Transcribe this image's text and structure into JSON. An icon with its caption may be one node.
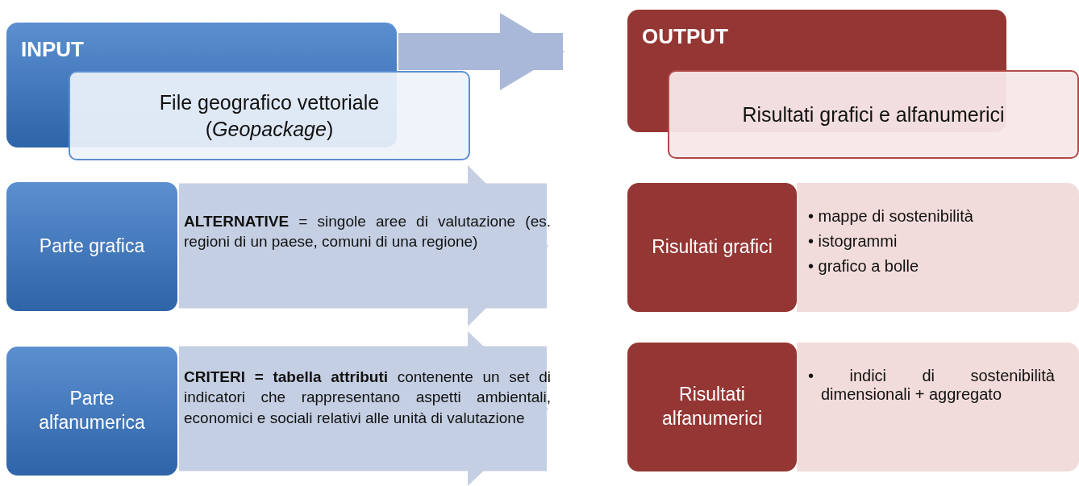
{
  "diagram": {
    "nodes": [
      {
        "text": [
          "INPUT"
        ]
      },
      {
        "text": [
          "File geografico vettoriale (*Geopackage*)"
        ]
      },
      {
        "text": [
          "OUTPUT"
        ]
      },
      {
        "text": [
          "Risultati grafici e alfanumerici"
        ]
      },
      {
        "text": [
          "Parte grafica"
        ]
      },
      {
        "text": [
          "Risultati grafici"
        ]
      },
      {
        "text": [
          "• mappe di sostenibilità",
          "• istogrammi",
          "• grafico a bolle"
        ]
      },
      {
        "text": [
          "Parte alfanumerica"
        ]
      },
      {
        "text": [
          "Risultati alfanumerici"
        ]
      },
      {
        "text": [
          "• indici di sostenibilità dimensionali + aggregato"
        ]
      }
    ],
    "edges": [
      {
        "from": 0,
        "to": 2,
        "arrow": "to"
      },
      {
        "from": 4,
        "to": 5,
        "arrow": "to",
        "label": "**ALTERNATIVE** = singole aree di valutazione (es. regioni di un paese, comuni di una regione)"
      },
      {
        "from": 7,
        "to": 8,
        "arrow": "to",
        "label": "**CRITERI = tabella attributi** contenente un set di indicatori che rappresentano aspetti ambientali, economici e sociali relativi alle unità di valutazione"
      }
    ]
  }
}
